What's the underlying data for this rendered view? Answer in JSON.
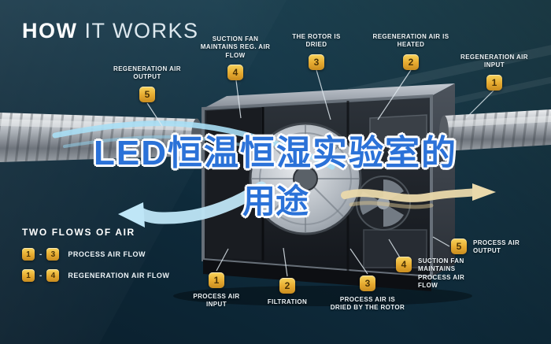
{
  "title": {
    "bold": "HOW",
    "light": "IT WORKS"
  },
  "overlay": {
    "line1": "LED恒温恒湿实验室的",
    "line2": "用途"
  },
  "callouts": [
    {
      "num": "5",
      "label": "REGENERATION AIR OUTPUT"
    },
    {
      "num": "4",
      "label": "SUCTION FAN MAINTAINS REG. AIR FLOW"
    },
    {
      "num": "3",
      "label": "THE ROTOR IS DRIED"
    },
    {
      "num": "2",
      "label": "REGENERATION AIR IS HEATED"
    },
    {
      "num": "1",
      "label": "REGENERATION AIR INPUT"
    },
    {
      "num": "5",
      "label": "PROCESS AIR OUTPUT"
    },
    {
      "num": "4",
      "label": "SUCTION FAN MAINTAINS PROCESS AIR FLOW"
    },
    {
      "num": "3",
      "label": "PROCESS AIR IS DRIED BY THE ROTOR"
    },
    {
      "num": "2",
      "label": "FILTRATION"
    },
    {
      "num": "1",
      "label": "PROCESS AIR INPUT"
    }
  ],
  "legend": {
    "heading": "TWO FLOWS OF AIR",
    "rows": [
      {
        "from": "1",
        "sep": "-",
        "to": "3",
        "label": "PROCESS AIR FLOW"
      },
      {
        "from": "1",
        "sep": "-",
        "to": "4",
        "label": "REGENERATION AIR FLOW"
      }
    ]
  },
  "colors": {
    "background": "#0e2a3a",
    "badge_gold": "#e8b43a",
    "label_text": "#eef4f7",
    "overlay_blue": "#2b72d8",
    "flow_blue": "#aadcf2",
    "flow_beige": "#e9d8ab"
  }
}
